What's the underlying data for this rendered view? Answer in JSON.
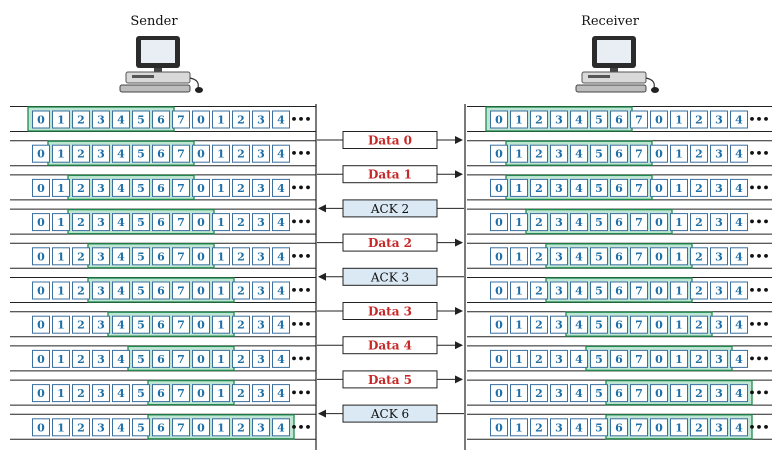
{
  "sender": {
    "label": "Sender"
  },
  "receiver": {
    "label": "Receiver"
  },
  "sequence": [
    "0",
    "1",
    "2",
    "3",
    "4",
    "5",
    "6",
    "7",
    "0",
    "1",
    "2",
    "3",
    "4"
  ],
  "ellipsis": "•••",
  "sender_windows": [
    {
      "start": 0,
      "end": 6
    },
    {
      "start": 1,
      "end": 7
    },
    {
      "start": 2,
      "end": 7
    },
    {
      "start": 2,
      "end": 8
    },
    {
      "start": 3,
      "end": 8
    },
    {
      "start": 3,
      "end": 9
    },
    {
      "start": 4,
      "end": 9
    },
    {
      "start": 5,
      "end": 9
    },
    {
      "start": 6,
      "end": 9
    },
    {
      "start": 6,
      "end": 12
    }
  ],
  "receiver_windows": [
    {
      "start": 0,
      "end": 6
    },
    {
      "start": 1,
      "end": 7
    },
    {
      "start": 1,
      "end": 7
    },
    {
      "start": 2,
      "end": 8
    },
    {
      "start": 3,
      "end": 9
    },
    {
      "start": 3,
      "end": 9
    },
    {
      "start": 4,
      "end": 10
    },
    {
      "start": 5,
      "end": 11
    },
    {
      "start": 6,
      "end": 12
    },
    {
      "start": 6,
      "end": 12
    }
  ],
  "messages": [
    {
      "label": "Data 0",
      "dir": "right",
      "kind": "data"
    },
    {
      "label": "Data 1",
      "dir": "right",
      "kind": "data"
    },
    {
      "label": "ACK 2",
      "dir": "left",
      "kind": "ack"
    },
    {
      "label": "Data 2",
      "dir": "right",
      "kind": "data"
    },
    {
      "label": "ACK 3",
      "dir": "left",
      "kind": "ack"
    },
    {
      "label": "Data 3",
      "dir": "right",
      "kind": "data"
    },
    {
      "label": "Data 4",
      "dir": "right",
      "kind": "data"
    },
    {
      "label": "Data 5",
      "dir": "right",
      "kind": "data"
    },
    {
      "label": "ACK 6",
      "dir": "left",
      "kind": "ack"
    }
  ],
  "colors": {
    "window_fill": "#bfe6d4",
    "window_stroke": "#1f8a4c",
    "cell_fill": "#ffffff",
    "cell_stroke": "#3a6fa0",
    "cell_text": "#1d6fa8",
    "data_text": "#c62828",
    "ack_fill": "#dbe9f4",
    "ack_text": "#111111"
  }
}
